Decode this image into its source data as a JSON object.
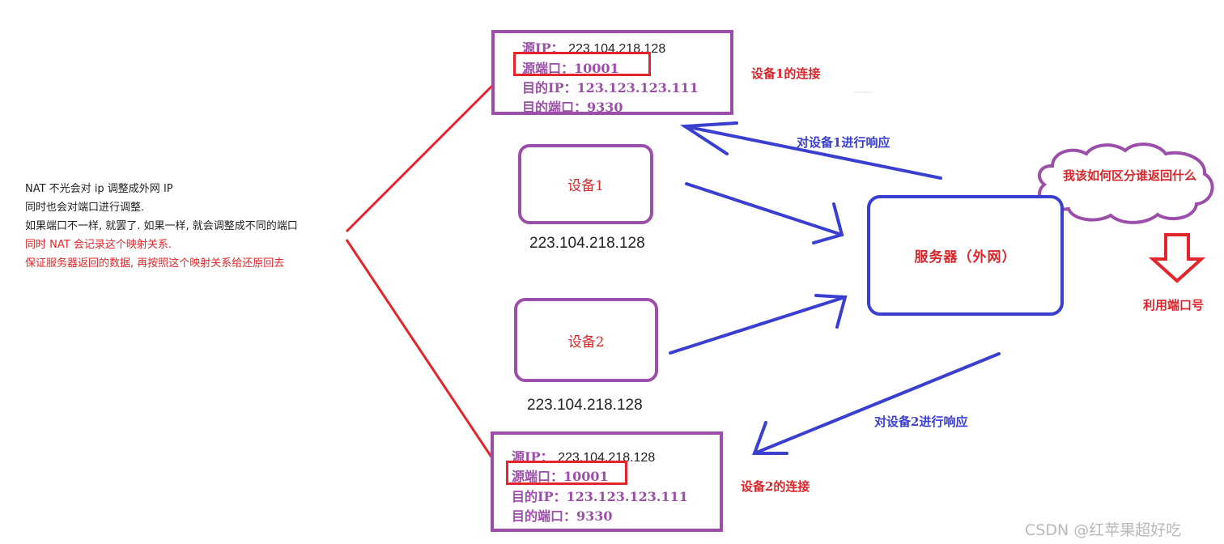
{
  "notes": {
    "line1": "NAT 不光会对 ip 调整成外网 IP",
    "line2": "同时也会对端口进行调整.",
    "line3": "如果端口不一样, 就罢了. 如果一样, 就会调整成不同的端口",
    "line4": "同时 NAT 会记录这个映射关系.",
    "line5": "保证服务器返回的数据, 再按照这个映射关系给还原回去"
  },
  "connection1": {
    "src_ip_label": "源IP：",
    "src_ip": "223.104.218.128",
    "src_port": "源端口：10001",
    "dst_ip": "目的IP：123.123.123.111",
    "dst_port": "目的端口：9330",
    "caption": "设备1的连接"
  },
  "connection2": {
    "src_ip_label": "源IP：",
    "src_ip": "223.104.218.128",
    "src_port": "源端口：10001",
    "dst_ip": "目的IP：123.123.123.111",
    "dst_port": "目的端口：9330",
    "caption": "设备2的连接"
  },
  "device1": {
    "label": "设备1",
    "ip": "223.104.218.128"
  },
  "device2": {
    "label": "设备2",
    "ip": "223.104.218.128"
  },
  "server": {
    "label": "服务器（外网）"
  },
  "responses": {
    "to_device1": "对设备1进行响应",
    "to_device2": "对设备2进行响应"
  },
  "thought": {
    "text": "我该如何区分谁返回什么"
  },
  "answer": {
    "text": "利用端口号"
  },
  "watermark": "CSDN @红苹果超好吃",
  "colors": {
    "purple": "#9b4fa9",
    "red": "#e3262b",
    "blue": "#3b3fd0"
  }
}
